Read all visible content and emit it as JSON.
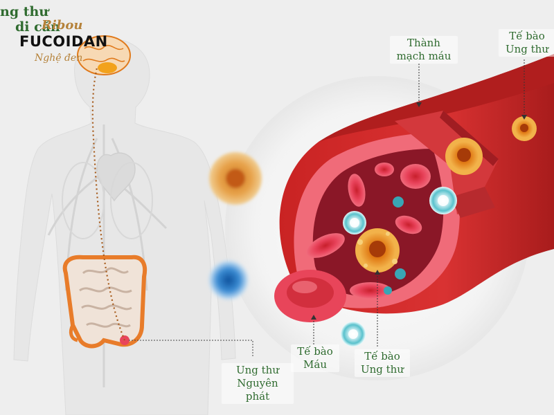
{
  "header": {
    "title_line1": "ng thư",
    "title_line2": "di căn"
  },
  "logo": {
    "script_text": "Ribou",
    "brand": "FUCOIDAN",
    "tagline": "Nghệ đen"
  },
  "labels": {
    "vessel_wall": "Thành mạch máu",
    "cancer_cell_top": "Tế bào Ung thư",
    "primary_cancer": "Ung thư Nguyên phát",
    "blood_cell": "Tế bào Máu",
    "cancer_cell_bottom": "Tế bào Ung thư"
  },
  "colors": {
    "vessel_red": "#d42a2a",
    "vessel_dark": "#8a1d1d",
    "cancer_orange": "#e08a1f",
    "tumor_pink": "#e8455a",
    "label_green": "#2f6b2f",
    "organ_orange": "#e87c2a"
  }
}
